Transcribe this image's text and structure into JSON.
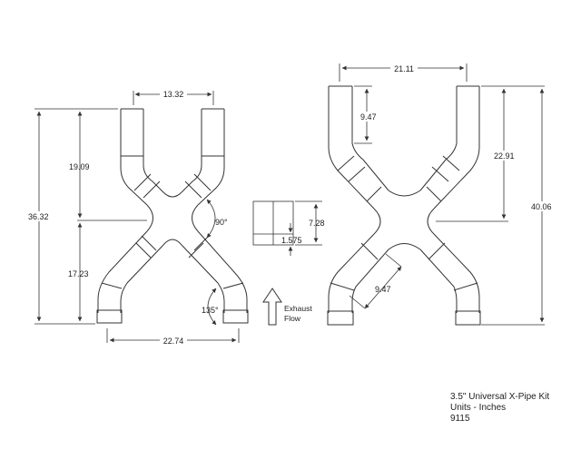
{
  "drawing": {
    "left_view": {
      "dim_top_width": "13.32",
      "dim_upper_height": "19.09",
      "dim_overall_height": "36.32",
      "dim_lower_height": "17.23",
      "dim_bottom_width": "22.74",
      "angle_upper": "90°",
      "angle_lower": "135°"
    },
    "center_detail": {
      "dim_height": "7.28",
      "dim_small": "1.575"
    },
    "flow_arrow": {
      "line1": "Exhaust",
      "line2": "Flow"
    },
    "right_view": {
      "dim_top_width": "21.11",
      "dim_pipe_length": "9.47",
      "dim_upper_height": "22.91",
      "dim_overall_height": "40.06",
      "dim_diagonal": "9.47"
    }
  },
  "title_block": {
    "line1": "3.5\" Universal X-Pipe Kit",
    "line2": "Units - Inches",
    "line3": "9115"
  },
  "colors": {
    "line": "#333333",
    "background": "#ffffff"
  }
}
